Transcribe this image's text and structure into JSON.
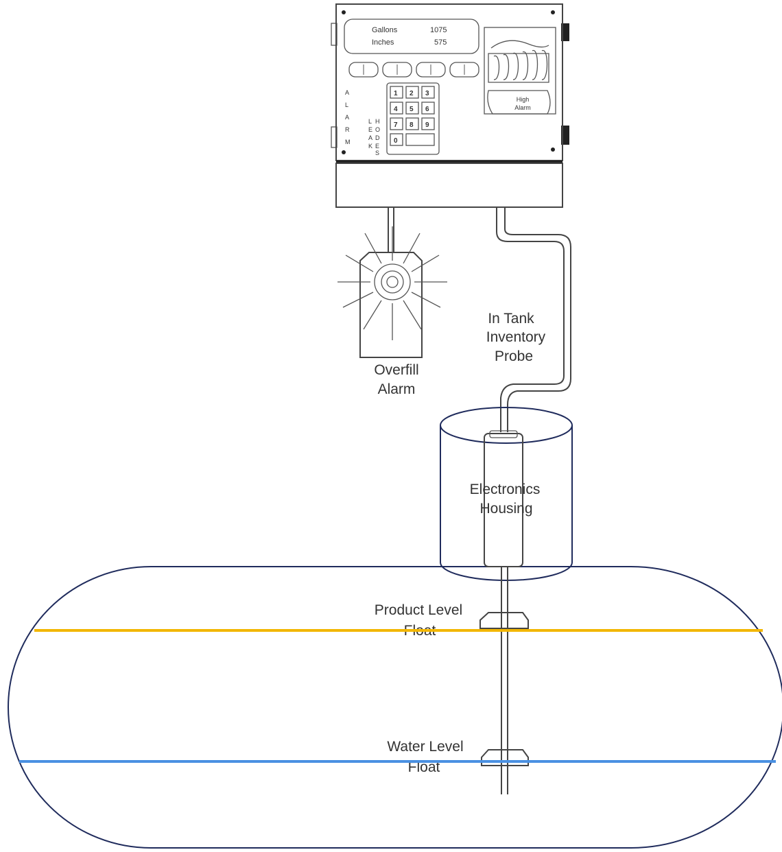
{
  "console": {
    "display": {
      "line1_label": "Gallons",
      "line1_value": "1075",
      "line2_label": "Inches",
      "line2_value": "575"
    },
    "keypad": [
      "1",
      "2",
      "3",
      "4",
      "5",
      "6",
      "7",
      "8",
      "9",
      "0"
    ],
    "alarm_letters": [
      "A",
      "L",
      "A",
      "R",
      "M"
    ],
    "leak_letters_col1": [
      "L",
      "E",
      "A",
      "K"
    ],
    "leak_letters_col2": [
      "H",
      "O",
      "D",
      "E",
      "S"
    ],
    "high_alarm_line1": "High",
    "high_alarm_line2": "Alarm"
  },
  "labels": {
    "overfill_line1": "Overfill",
    "overfill_line2": "Alarm",
    "probe_line1": "In Tank",
    "probe_line2": "Inventory",
    "probe_line3": "Probe",
    "housing_line1": "Electronics",
    "housing_line2": "Housing",
    "product_line1": "Product Level",
    "product_line2": "Float",
    "water_line1": "Water Level",
    "water_line2": "Float"
  },
  "colors": {
    "product_level": "#F2B600",
    "water_level": "#4A90E2",
    "tank_outline": "#1F2B5C",
    "line": "#444444"
  }
}
